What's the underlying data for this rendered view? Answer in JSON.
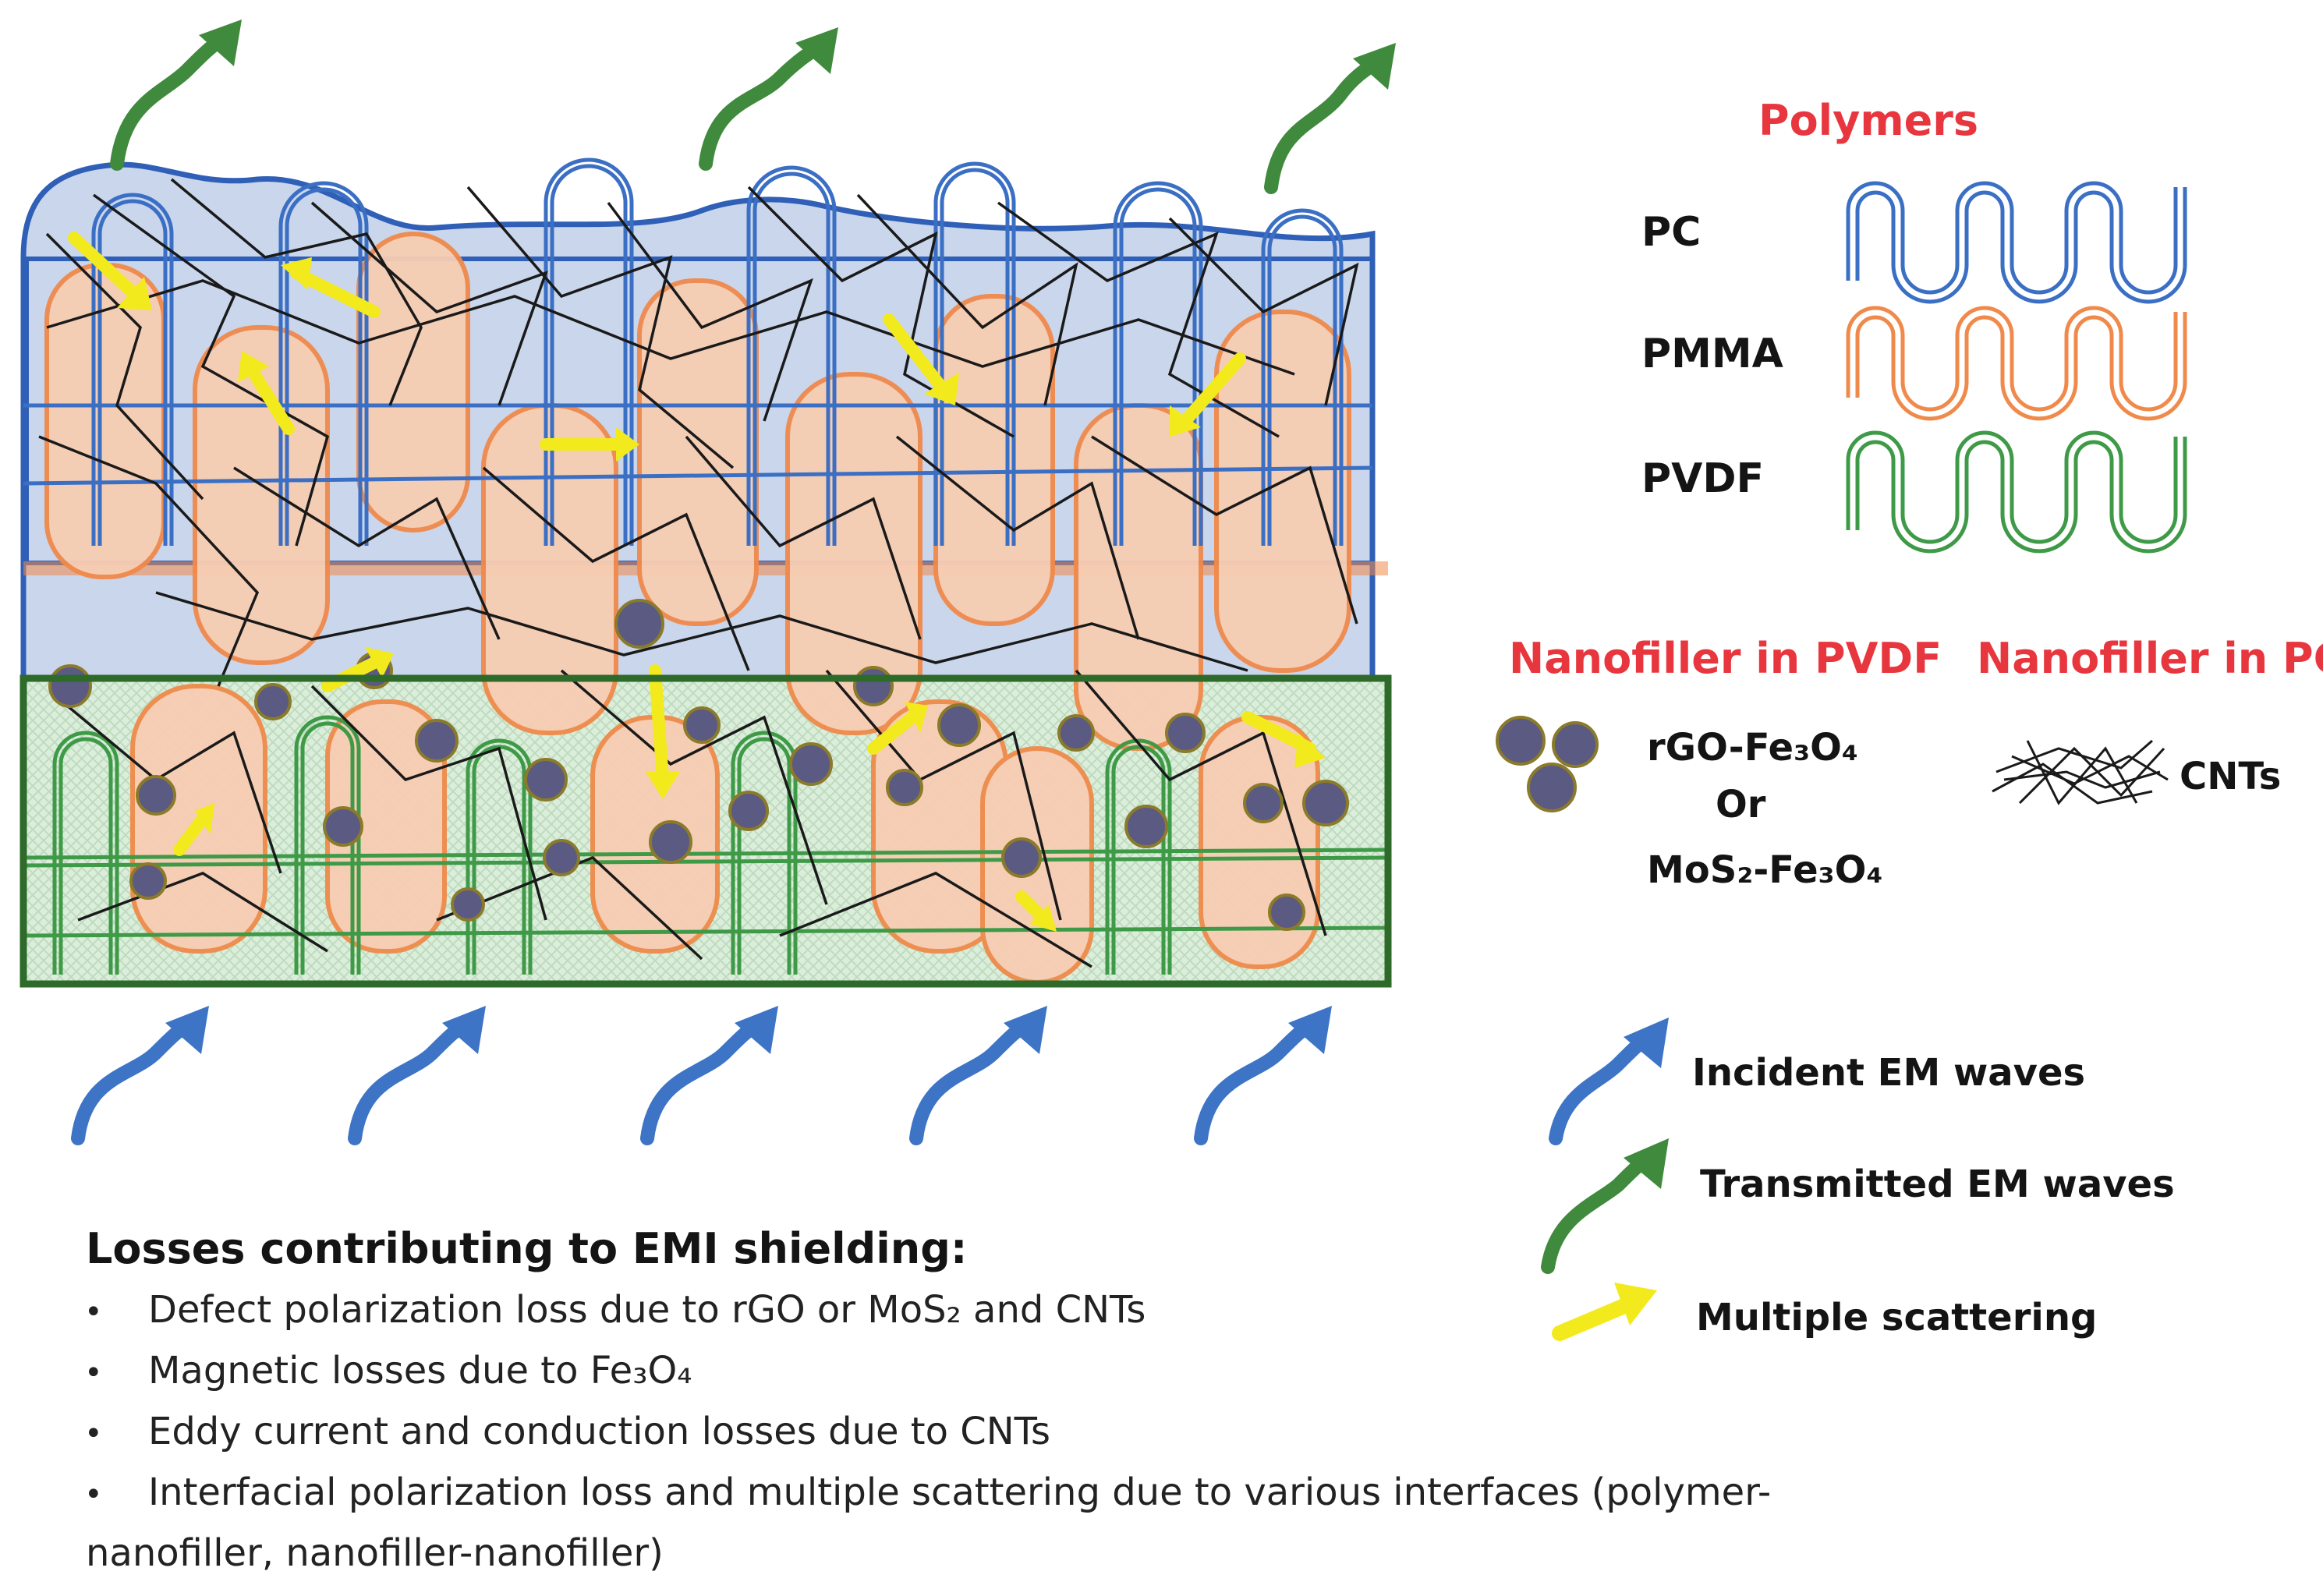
{
  "legend": {
    "polymers_title": "Polymers",
    "polymers": [
      {
        "label": "PC",
        "color": "#3b6fc4"
      },
      {
        "label": "PMMA",
        "color": "#f08a4b"
      },
      {
        "label": "PVDF",
        "color": "#3f9a48"
      }
    ],
    "nanofiller_pvdf_title": "Nanofiller in PVDF",
    "nanofiller_pvdf_line1": "rGO-Fe₃O₄",
    "nanofiller_pvdf_or": "Or",
    "nanofiller_pvdf_line2": "MoS₂-Fe₃O₄",
    "nanofiller_pc_title": "Nanofiller in PC",
    "nanofiller_pc_label": "CNTs",
    "incident": "Incident EM waves",
    "transmitted": "Transmitted EM waves",
    "scattering": "Multiple scattering"
  },
  "losses": {
    "heading": "Losses contributing to EMI shielding:",
    "items": [
      "Defect polarization loss due to rGO or MoS₂  and CNTs",
      "Magnetic losses due to Fe₃O₄",
      "Eddy current and conduction losses due to CNTs",
      "Interfacial polarization loss and multiple scattering due to various interfaces (polymer-"
    ],
    "item4_continued": "nanofiller, nanofiller-nanofiller)",
    "bullet_char": "•"
  },
  "colors": {
    "pc": "#3b6fc4",
    "pmma": "#f08a4b",
    "pvdf": "#3f9a48",
    "title_red": "#e8363f",
    "arrow_blue": "#3d74c6",
    "arrow_green": "#3f8a3c",
    "arrow_yellow": "#f2ea1c",
    "cnt": "#1a1a1a",
    "nanoparticle": "#5a5a82"
  },
  "icons": [
    "incident-arrow-icon",
    "transmitted-arrow-icon",
    "scattering-arrow-icon",
    "nanoparticle-cluster-icon",
    "cnt-bundle-icon",
    "polymer-chain-icon"
  ]
}
